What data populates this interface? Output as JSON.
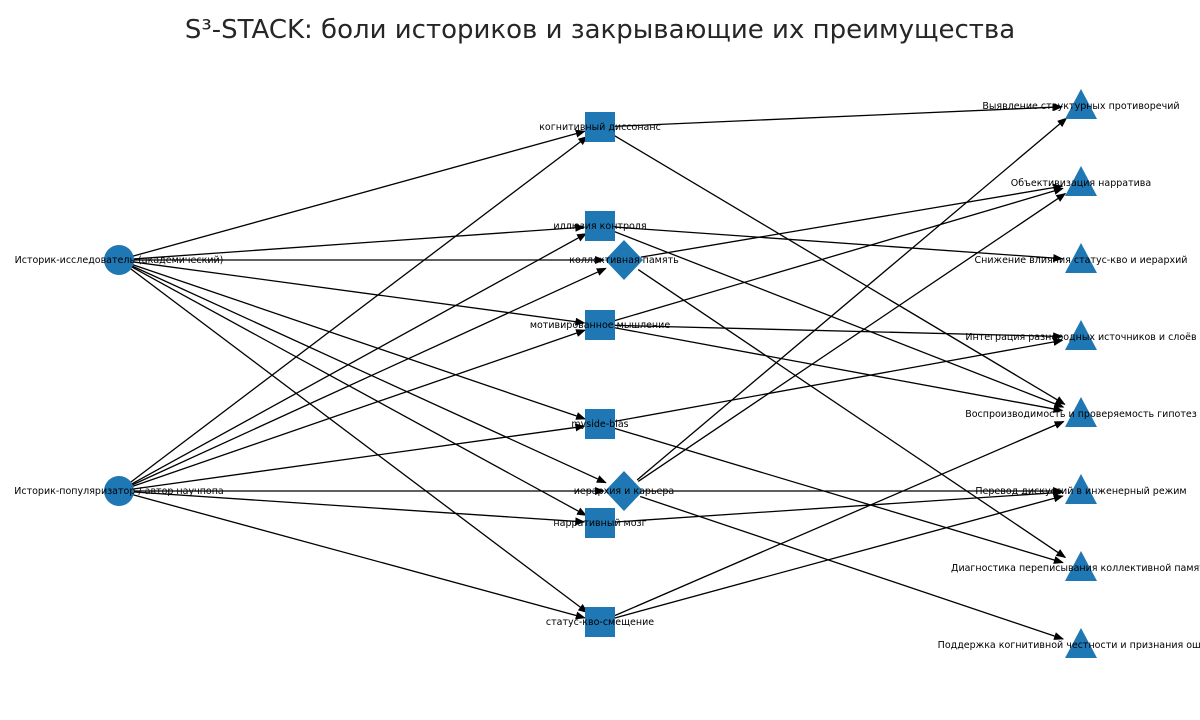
{
  "title": "S³-STACK: боли историков и закрывающие их преимущества",
  "colors": {
    "node": "#1f77b4",
    "edge": "#000000",
    "text": "#000000",
    "title": "#262626"
  },
  "legend": null,
  "nodes": {
    "roles": [
      {
        "id": "r1",
        "label": "Историк-исследователь (академический)",
        "shape": "circle"
      },
      {
        "id": "r2",
        "label": "Историк-популяризатор / автор научпопа",
        "shape": "circle"
      }
    ],
    "pains": [
      {
        "id": "p1",
        "label": "когнитивный диссонанс",
        "shape": "square"
      },
      {
        "id": "p2",
        "label": "иллюзия контроля",
        "shape": "square"
      },
      {
        "id": "p3",
        "label": "коллективная память",
        "shape": "diamond"
      },
      {
        "id": "p4",
        "label": "мотивированное мышление",
        "shape": "square"
      },
      {
        "id": "p5",
        "label": "myside-bias",
        "shape": "square"
      },
      {
        "id": "p6",
        "label": "иерархия и карьера",
        "shape": "diamond"
      },
      {
        "id": "p7",
        "label": "нарративный мозг",
        "shape": "square"
      },
      {
        "id": "p8",
        "label": "статус-кво-смещение",
        "shape": "square"
      }
    ],
    "benefits": [
      {
        "id": "b1",
        "label": "Выявление структурных противоречий",
        "shape": "triangle"
      },
      {
        "id": "b2",
        "label": "Объективизация нарратива",
        "shape": "triangle"
      },
      {
        "id": "b3",
        "label": "Снижение влияния статус-кво и иерархий",
        "shape": "triangle"
      },
      {
        "id": "b4",
        "label": "Интеграция разнородных источников и слоёв",
        "shape": "triangle"
      },
      {
        "id": "b5",
        "label": "Воспроизводимость и проверяемость гипотез",
        "shape": "triangle"
      },
      {
        "id": "b6",
        "label": "Перевод дискуссий в инженерный режим",
        "shape": "triangle"
      },
      {
        "id": "b7",
        "label": "Диагностика переписывания коллективной памяти",
        "shape": "triangle"
      },
      {
        "id": "b8",
        "label": "Поддержка когнитивной честности и признания ошибок",
        "shape": "triangle"
      }
    ]
  },
  "edges": [
    [
      "r1",
      "p1"
    ],
    [
      "r1",
      "p2"
    ],
    [
      "r1",
      "p3"
    ],
    [
      "r1",
      "p4"
    ],
    [
      "r1",
      "p5"
    ],
    [
      "r1",
      "p6"
    ],
    [
      "r1",
      "p7"
    ],
    [
      "r1",
      "p8"
    ],
    [
      "r2",
      "p1"
    ],
    [
      "r2",
      "p2"
    ],
    [
      "r2",
      "p3"
    ],
    [
      "r2",
      "p4"
    ],
    [
      "r2",
      "p5"
    ],
    [
      "r2",
      "p6"
    ],
    [
      "r2",
      "p7"
    ],
    [
      "r2",
      "p8"
    ],
    [
      "p1",
      "b1"
    ],
    [
      "p1",
      "b5"
    ],
    [
      "p2",
      "b3"
    ],
    [
      "p2",
      "b5"
    ],
    [
      "p3",
      "b2"
    ],
    [
      "p3",
      "b7"
    ],
    [
      "p4",
      "b2"
    ],
    [
      "p4",
      "b4"
    ],
    [
      "p4",
      "b5"
    ],
    [
      "p5",
      "b4"
    ],
    [
      "p5",
      "b7"
    ],
    [
      "p6",
      "b1"
    ],
    [
      "p6",
      "b2"
    ],
    [
      "p6",
      "b6"
    ],
    [
      "p6",
      "b8"
    ],
    [
      "p7",
      "b6"
    ],
    [
      "p8",
      "b5"
    ],
    [
      "p8",
      "b6"
    ]
  ]
}
